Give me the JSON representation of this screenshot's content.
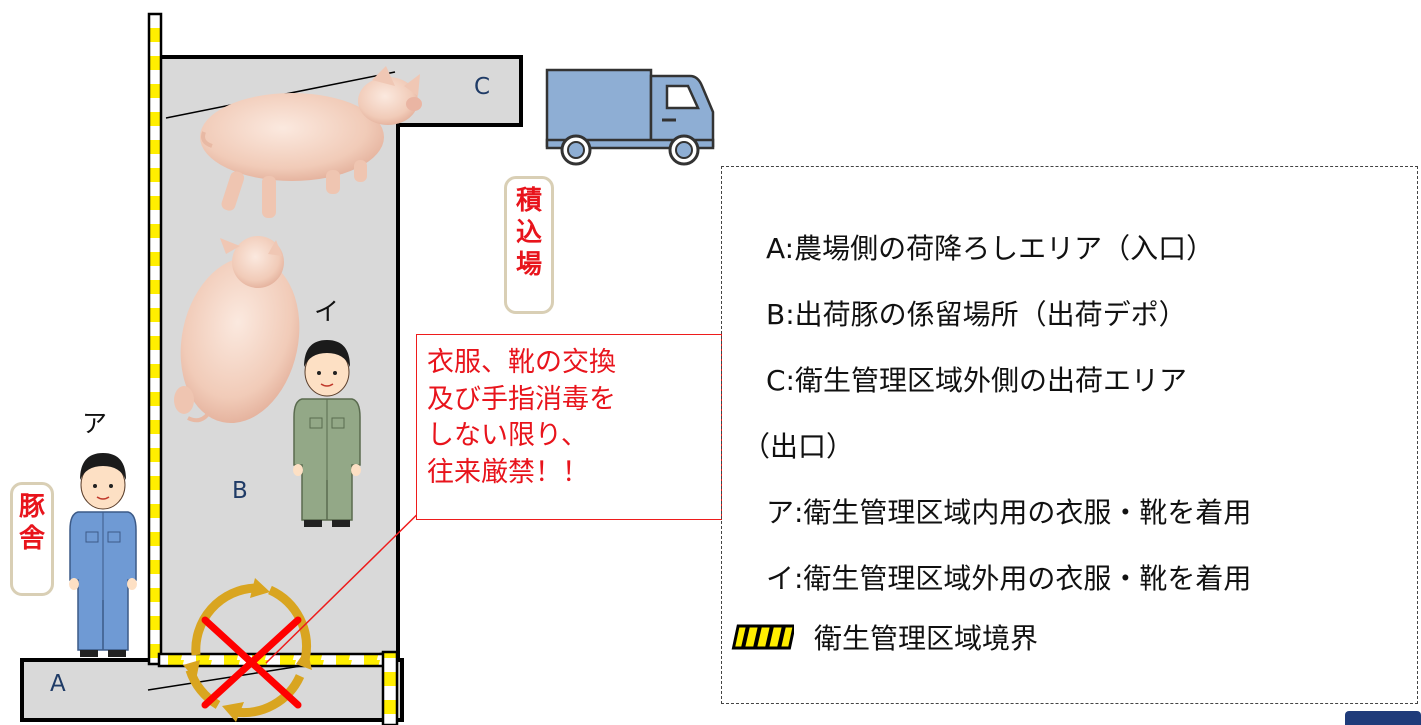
{
  "zones": {
    "a": "A",
    "b": "B",
    "c": "C"
  },
  "people": {
    "a_label": "ア",
    "i_label": "イ"
  },
  "labels": {
    "loading_area": "積込場",
    "pig_house": "豚舎"
  },
  "warning": {
    "lines": [
      "衣服、靴の交換",
      "及び手指消毒を",
      "しない限り、",
      "往来厳禁！！"
    ]
  },
  "legend": {
    "items": [
      "A:農場側の荷降ろしエリア（入口）",
      "B:出荷豚の係留場所（出荷デポ）",
      "C:衛生管理区域外側の出荷エリア",
      "（出口）",
      "ア:衛生管理区域内用の衣服・靴を着用",
      "イ:衛生管理区域外用の衣服・靴を着用"
    ],
    "boundary_label": "衛生管理区域境界"
  },
  "colors": {
    "zone_fill": "#d9d9d9",
    "boundary_yellow": "#ffee00",
    "truck_blue": "#8eaed4",
    "warning_red": "#e8141c",
    "arrow_gold": "#d9a520"
  },
  "icons": {
    "truck": "truck-icon",
    "pig": "pig-icon",
    "worker": "worker-icon",
    "prohibited": "cross-mark-icon",
    "circulation": "circular-arrows-icon"
  }
}
